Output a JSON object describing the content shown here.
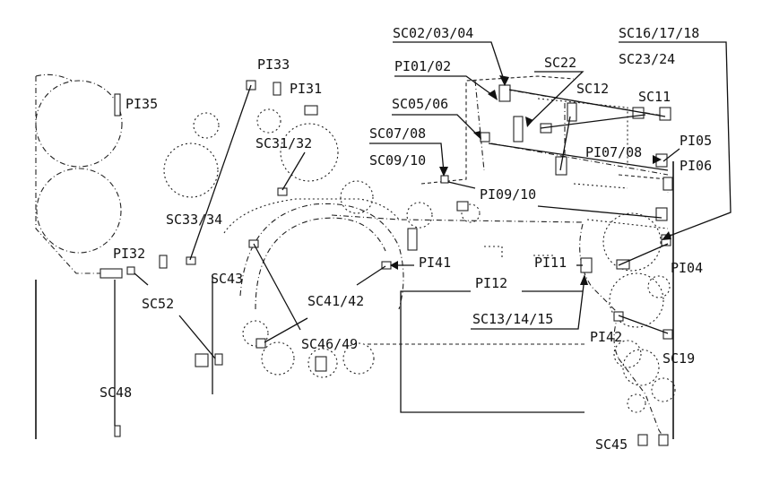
{
  "labels": {
    "PI33": "PI33",
    "PI31": "PI31",
    "PI35": "PI35",
    "SC31_32": "SC31/32",
    "SC33_34": "SC33/34",
    "PI32": "PI32",
    "SC43": "SC43",
    "SC52": "SC52",
    "SC48": "SC48",
    "SC41_42": "SC41/42",
    "SC46_49": "SC46/49",
    "SC02_03_04": "SC02/03/04",
    "PI01_02": "PI01/02",
    "SC22": "SC22",
    "SC12": "SC12",
    "SC11": "SC11",
    "SC05_06": "SC05/06",
    "SC07_08": "SC07/08",
    "SC09_10": "SC09/10",
    "SC16_17_18": "SC16/17/18",
    "SC23_24": "SC23/24",
    "PI05": "PI05",
    "PI07_08": "PI07/08",
    "PI06": "PI06",
    "PI09_10": "PI09/10",
    "PI41": "PI41",
    "PI11": "PI11",
    "PI12": "PI12",
    "PI04": "PI04",
    "SC13_14_15": "SC13/14/15",
    "PI42": "PI42",
    "SC19": "SC19",
    "SC45": "SC45"
  }
}
